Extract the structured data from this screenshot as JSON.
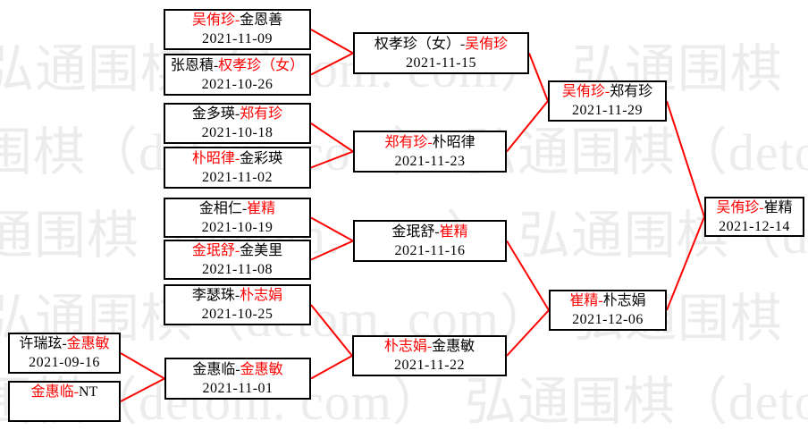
{
  "watermark": {
    "tile": "弘通围棋（detom. com）",
    "color": "#ececec"
  },
  "colors": {
    "line": "#fe0000",
    "winner": "#fe0000",
    "text": "#000000",
    "border": "#000000"
  },
  "sep": "-",
  "matches": {
    "a1": {
      "p1": "许瑞玹",
      "p2": "金惠敏",
      "date": "2021-09-16",
      "p1c": "black",
      "p2c": "red"
    },
    "a2": {
      "p1": "金惠临",
      "p2": "NT",
      "date": "",
      "p1c": "red",
      "p2c": "black"
    },
    "b1": {
      "p1": "吴侑珍",
      "p2": "金恩善",
      "date": "2021-11-09",
      "p1c": "red",
      "p2c": "black"
    },
    "b2": {
      "p1": "张恩積",
      "p2": "权孝珍（女）",
      "date": "2021-10-26",
      "p1c": "black",
      "p2c": "red"
    },
    "b3": {
      "p1": "金多瑛",
      "p2": "郑有珍",
      "date": "2021-10-18",
      "p1c": "black",
      "p2c": "red"
    },
    "b4": {
      "p1": "朴昭律",
      "p2": "金彩瑛",
      "date": "2021-11-02",
      "p1c": "red",
      "p2c": "black"
    },
    "b5": {
      "p1": "金相仁",
      "p2": "崔精",
      "date": "2021-10-19",
      "p1c": "black",
      "p2c": "red"
    },
    "b6": {
      "p1": "金珉舒",
      "p2": "金美里",
      "date": "2021-11-08",
      "p1c": "red",
      "p2c": "black"
    },
    "b7": {
      "p1": "李瑟珠",
      "p2": "朴志娟",
      "date": "2021-10-25",
      "p1c": "black",
      "p2c": "red"
    },
    "b8": {
      "p1": "金惠临",
      "p2": "金惠敏",
      "date": "2021-11-01",
      "p1c": "black",
      "p2c": "red"
    },
    "c1": {
      "p1": "权孝珍（女）",
      "p2": "吴侑珍",
      "date": "2021-11-15",
      "p1c": "black",
      "p2c": "red"
    },
    "c2": {
      "p1": "郑有珍",
      "p2": "朴昭律",
      "date": "2021-11-23",
      "p1c": "red",
      "p2c": "black"
    },
    "c3": {
      "p1": "金珉舒",
      "p2": "崔精",
      "date": "2021-11-16",
      "p1c": "black",
      "p2c": "red"
    },
    "c4": {
      "p1": "朴志娟",
      "p2": "金惠敏",
      "date": "2021-11-22",
      "p1c": "red",
      "p2c": "black"
    },
    "d1": {
      "p1": "吴侑珍",
      "p2": "郑有珍",
      "date": "2021-11-29",
      "p1c": "red",
      "p2c": "black"
    },
    "d2": {
      "p1": "崔精",
      "p2": "朴志娟",
      "date": "2021-12-06",
      "p1c": "red",
      "p2c": "black"
    },
    "e1": {
      "p1": "吴侑珍",
      "p2": "崔精",
      "date": "2021-12-14",
      "p1c": "red",
      "p2c": "black"
    }
  }
}
